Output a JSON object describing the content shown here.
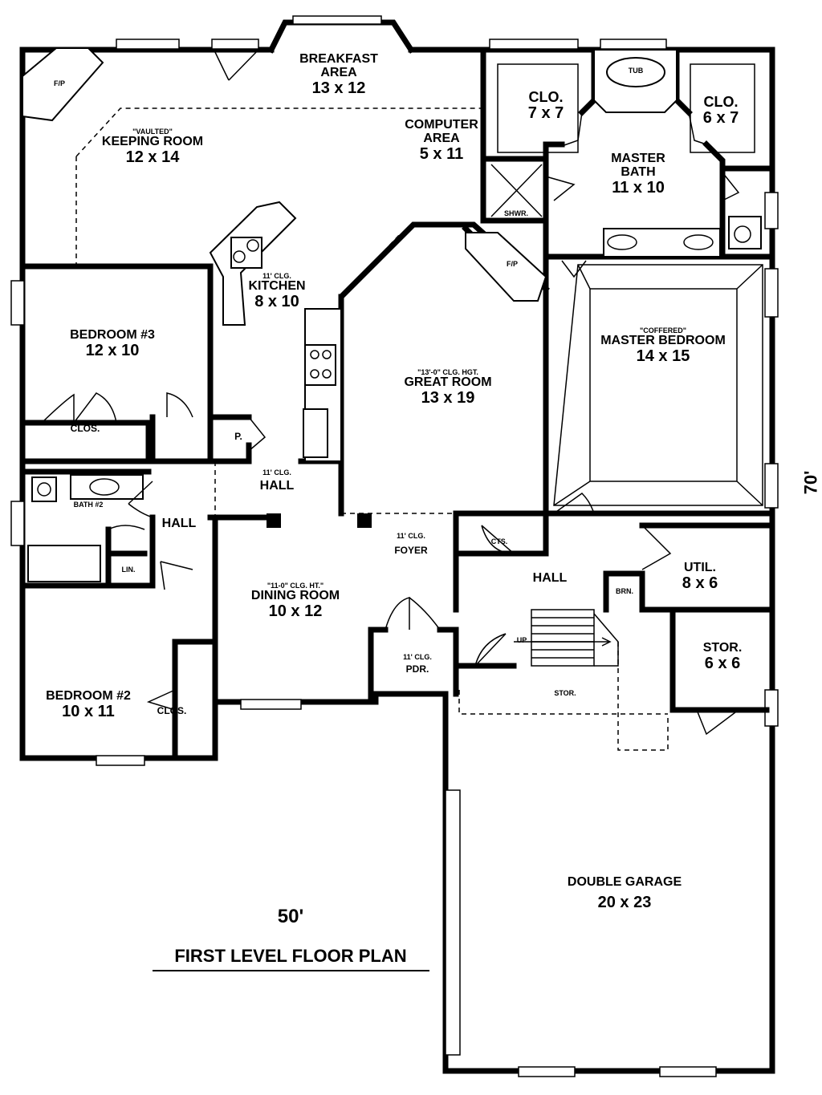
{
  "plan_title": "FIRST LEVEL FLOOR PLAN",
  "width_dim": "50'",
  "depth_dim": "70'",
  "rooms": {
    "breakfast": {
      "name": "BREAKFAST AREA",
      "size": "13 x 12"
    },
    "keeping": {
      "note": "\"VAULTED\"",
      "name": "KEEPING ROOM",
      "size": "12 x 14"
    },
    "computer": {
      "name": "COMPUTER AREA",
      "size": "5 x 11"
    },
    "clo_left": {
      "name": "CLO.",
      "size": "7 x 7"
    },
    "clo_right": {
      "name": "CLO.",
      "size": "6 x 7"
    },
    "master_bath": {
      "name": "MASTER BATH",
      "size": "11 x 10"
    },
    "kitchen": {
      "note": "11' CLG.",
      "name": "KITCHEN",
      "size": "8 x 10"
    },
    "bedroom3": {
      "name": "BEDROOM #3",
      "size": "12 x 10"
    },
    "great": {
      "note": "\"13'-0\" CLG. HGT.",
      "name": "GREAT ROOM",
      "size": "13 x 19"
    },
    "master_bed": {
      "note": "\"COFFERED\"",
      "name": "MASTER BEDROOM",
      "size": "14 x 15"
    },
    "dining": {
      "note": "\"11-0\" CLG. HT.\"",
      "name": "DINING ROOM",
      "size": "10 x 12"
    },
    "util": {
      "name": "UTIL.",
      "size": "8 x 6"
    },
    "stor": {
      "name": "STOR.",
      "size": "6 x 6"
    },
    "bedroom2": {
      "name": "BEDROOM #2",
      "size": "10 x 11"
    },
    "garage": {
      "name": "DOUBLE GARAGE",
      "size": "20 x 23"
    }
  },
  "small_labels": {
    "fp_left": "F/P",
    "fp_great": "F/P",
    "tub": "TUB",
    "shwr": "SHWR.",
    "clos_bed3": "CLOS.",
    "pantry": "P.",
    "hall_ceiling": "11' CLG.",
    "hall_center": "HALL",
    "bath2": "BATH #2",
    "hall_left": "HALL",
    "lin": "LIN.",
    "foyer_ceiling": "11' CLG.",
    "foyer": "FOYER",
    "cts": "CTS.",
    "hall_right": "HALL",
    "brn": "BRN.",
    "up": "UP",
    "pdr_ceiling": "11' CLG.",
    "pdr": "PDR.",
    "stor_hall": "STOR.",
    "clos_bed2": "CLOS."
  }
}
